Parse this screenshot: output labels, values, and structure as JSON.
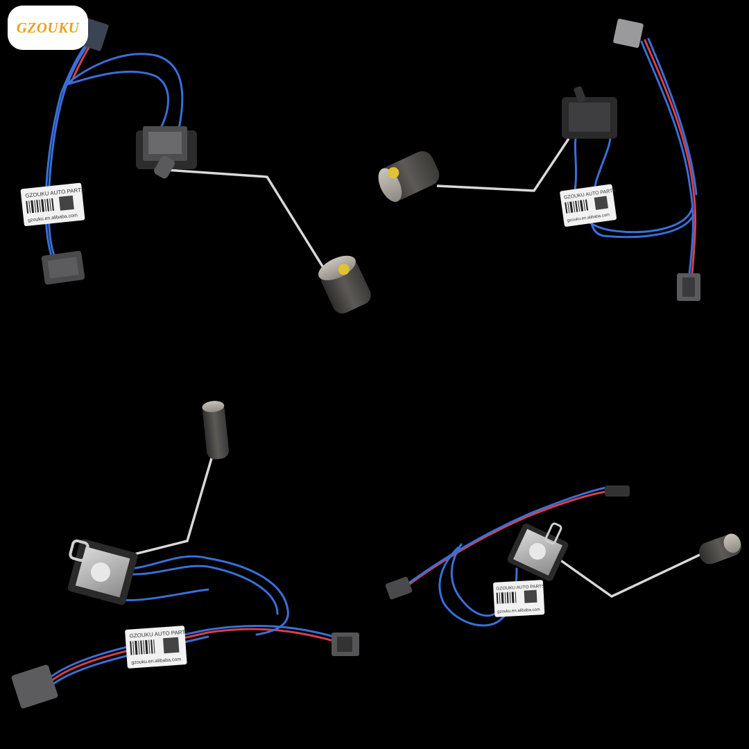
{
  "logo": {
    "text": "GZOUKU"
  },
  "colors": {
    "background": "#000000",
    "wire_blue": "#3a6fd8",
    "wire_red": "#d8404a",
    "rod": "#d9d9d9",
    "float": "#5a5855",
    "connector": "#4a4a4c",
    "brass": "#e2c233",
    "tag": "#f2f2f2",
    "logo_text": "#e8a21c"
  },
  "products": [
    {
      "tag_line1": "GZOUKU AUTO PARTS",
      "tag_line2": "gzouku.en.alibaba.com"
    },
    {
      "tag_line1": "GZOUKU AUTO PARTS",
      "tag_line2": "gzouku.en.alibaba.com"
    },
    {
      "tag_line1": "GZOUKU AUTO PARTS",
      "tag_line2": "gzouku.en.alibaba.com"
    },
    {
      "tag_line1": "GZOUKU AUTO PARTS",
      "tag_line2": "gzouku.en.alibaba.com"
    }
  ]
}
